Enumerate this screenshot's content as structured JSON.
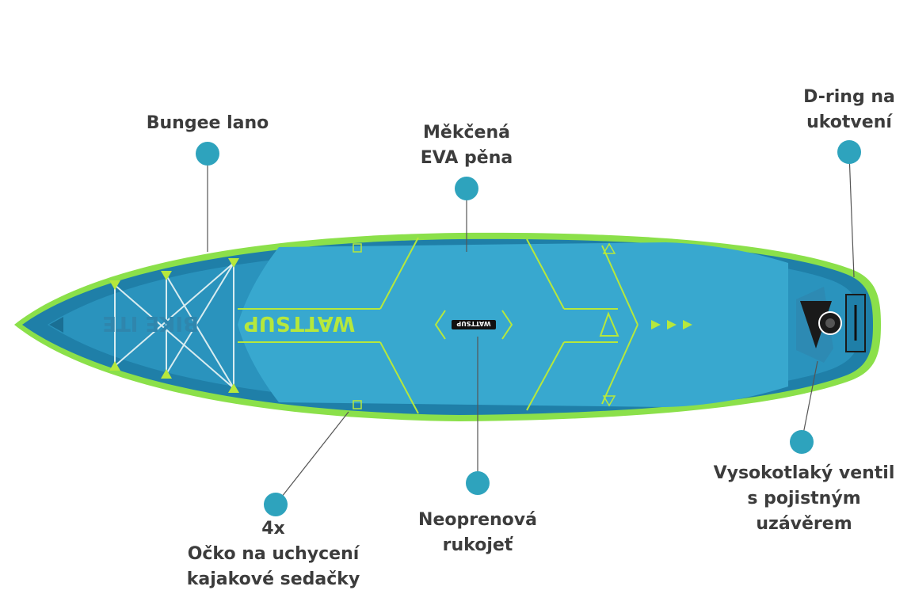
{
  "board": {
    "brand_deck": "WATTSUP",
    "brand_badge": "WATTSUP",
    "model_text": "BIKE ITE",
    "colors": {
      "body_dark": "#1f7fa8",
      "body": "#2a93bd",
      "deck": "#38a8cf",
      "outline": "#8be04a",
      "accent": "#b6e83c",
      "dot": "#2ea3bd",
      "text": "#3c3c3c"
    }
  },
  "callouts": {
    "bungee": {
      "lines": [
        "Bungee lano"
      ]
    },
    "eva": {
      "lines": [
        "Měkčená",
        "EVA pěna"
      ]
    },
    "dring": {
      "lines": [
        "D-ring na",
        "ukotvení"
      ]
    },
    "eyelet": {
      "lines": [
        "4x",
        "Očko na uchycení",
        "kajakové sedačky"
      ]
    },
    "handle": {
      "lines": [
        "Neoprenová",
        "rukojeť"
      ]
    },
    "valve": {
      "lines": [
        "Vysokotlaký ventil",
        "s pojistným",
        "uzávěrem"
      ]
    }
  }
}
